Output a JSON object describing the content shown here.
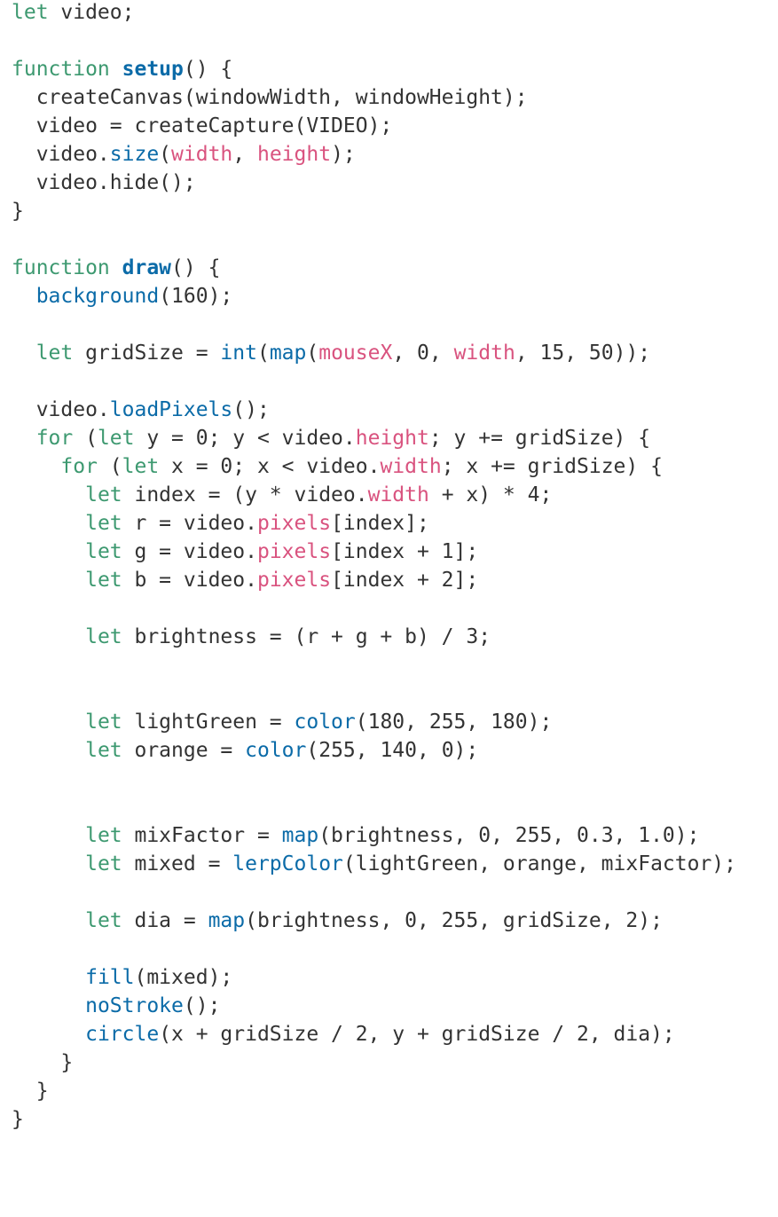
{
  "editor": {
    "colors": {
      "keyword": "#3d9970",
      "builtin_function": "#0b6ba8",
      "builtin_variable": "#d9537f",
      "plain": "#333333",
      "background": "#ffffff"
    },
    "lines": [
      [
        [
          "kw",
          "let"
        ],
        [
          "p",
          " video;"
        ]
      ],
      [],
      [
        [
          "kw",
          "function"
        ],
        [
          "p",
          " "
        ],
        [
          "def",
          "setup"
        ],
        [
          "p",
          "() {"
        ]
      ],
      [
        [
          "p",
          "  createCanvas(windowWidth, windowHeight);"
        ]
      ],
      [
        [
          "p",
          "  video = createCapture(VIDEO);"
        ]
      ],
      [
        [
          "p",
          "  video."
        ],
        [
          "fn",
          "size"
        ],
        [
          "p",
          "("
        ],
        [
          "var",
          "width"
        ],
        [
          "p",
          ", "
        ],
        [
          "var",
          "height"
        ],
        [
          "p",
          ");"
        ]
      ],
      [
        [
          "p",
          "  video.hide();"
        ]
      ],
      [
        [
          "p",
          "}"
        ]
      ],
      [],
      [
        [
          "kw",
          "function"
        ],
        [
          "p",
          " "
        ],
        [
          "def",
          "draw"
        ],
        [
          "p",
          "() {"
        ]
      ],
      [
        [
          "p",
          "  "
        ],
        [
          "fn",
          "background"
        ],
        [
          "p",
          "(160);"
        ]
      ],
      [],
      [
        [
          "p",
          "  "
        ],
        [
          "kw",
          "let"
        ],
        [
          "p",
          " gridSize = "
        ],
        [
          "fn",
          "int"
        ],
        [
          "p",
          "("
        ],
        [
          "fn",
          "map"
        ],
        [
          "p",
          "("
        ],
        [
          "var",
          "mouseX"
        ],
        [
          "p",
          ", 0, "
        ],
        [
          "var",
          "width"
        ],
        [
          "p",
          ", 15, 50));"
        ]
      ],
      [],
      [
        [
          "p",
          "  video."
        ],
        [
          "fn",
          "loadPixels"
        ],
        [
          "p",
          "();"
        ]
      ],
      [
        [
          "p",
          "  "
        ],
        [
          "kw",
          "for"
        ],
        [
          "p",
          " ("
        ],
        [
          "kw",
          "let"
        ],
        [
          "p",
          " y = 0; y < video."
        ],
        [
          "var",
          "height"
        ],
        [
          "p",
          "; y += gridSize) {"
        ]
      ],
      [
        [
          "p",
          "    "
        ],
        [
          "kw",
          "for"
        ],
        [
          "p",
          " ("
        ],
        [
          "kw",
          "let"
        ],
        [
          "p",
          " x = 0; x < video."
        ],
        [
          "var",
          "width"
        ],
        [
          "p",
          "; x += gridSize) {"
        ]
      ],
      [
        [
          "p",
          "      "
        ],
        [
          "kw",
          "let"
        ],
        [
          "p",
          " index = (y * video."
        ],
        [
          "var",
          "width"
        ],
        [
          "p",
          " + x) * 4;"
        ]
      ],
      [
        [
          "p",
          "      "
        ],
        [
          "kw",
          "let"
        ],
        [
          "p",
          " r = video."
        ],
        [
          "var",
          "pixels"
        ],
        [
          "p",
          "[index];"
        ]
      ],
      [
        [
          "p",
          "      "
        ],
        [
          "kw",
          "let"
        ],
        [
          "p",
          " g = video."
        ],
        [
          "var",
          "pixels"
        ],
        [
          "p",
          "[index + 1];"
        ]
      ],
      [
        [
          "p",
          "      "
        ],
        [
          "kw",
          "let"
        ],
        [
          "p",
          " b = video."
        ],
        [
          "var",
          "pixels"
        ],
        [
          "p",
          "[index + 2];"
        ]
      ],
      [],
      [
        [
          "p",
          "      "
        ],
        [
          "kw",
          "let"
        ],
        [
          "p",
          " brightness = (r + g + b) / 3;"
        ]
      ],
      [],
      [],
      [
        [
          "p",
          "      "
        ],
        [
          "kw",
          "let"
        ],
        [
          "p",
          " lightGreen = "
        ],
        [
          "fn",
          "color"
        ],
        [
          "p",
          "(180, 255, 180);"
        ]
      ],
      [
        [
          "p",
          "      "
        ],
        [
          "kw",
          "let"
        ],
        [
          "p",
          " orange = "
        ],
        [
          "fn",
          "color"
        ],
        [
          "p",
          "(255, 140, 0);"
        ]
      ],
      [],
      [],
      [
        [
          "p",
          "      "
        ],
        [
          "kw",
          "let"
        ],
        [
          "p",
          " mixFactor = "
        ],
        [
          "fn",
          "map"
        ],
        [
          "p",
          "(brightness, 0, 255, 0.3, 1.0);"
        ]
      ],
      [
        [
          "p",
          "      "
        ],
        [
          "kw",
          "let"
        ],
        [
          "p",
          " mixed = "
        ],
        [
          "fn",
          "lerpColor"
        ],
        [
          "p",
          "(lightGreen, orange, mixFactor);"
        ]
      ],
      [],
      [
        [
          "p",
          "      "
        ],
        [
          "kw",
          "let"
        ],
        [
          "p",
          " dia = "
        ],
        [
          "fn",
          "map"
        ],
        [
          "p",
          "(brightness, 0, 255, gridSize, 2);"
        ]
      ],
      [],
      [
        [
          "p",
          "      "
        ],
        [
          "fn",
          "fill"
        ],
        [
          "p",
          "(mixed);"
        ]
      ],
      [
        [
          "p",
          "      "
        ],
        [
          "fn",
          "noStroke"
        ],
        [
          "p",
          "();"
        ]
      ],
      [
        [
          "p",
          "      "
        ],
        [
          "fn",
          "circle"
        ],
        [
          "p",
          "(x + gridSize / 2, y + gridSize / 2, dia);"
        ]
      ],
      [
        [
          "p",
          "    }"
        ]
      ],
      [
        [
          "p",
          "  }"
        ]
      ],
      [
        [
          "p",
          "}"
        ]
      ]
    ]
  }
}
